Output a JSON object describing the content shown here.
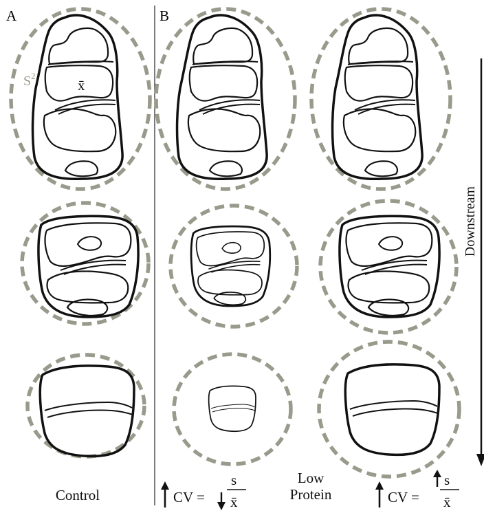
{
  "panels": {
    "a_letter": "A",
    "b_letter": "B"
  },
  "labels": {
    "variance": "S",
    "variance_exp": "2",
    "mean": "x̄",
    "downstream": "Downstream",
    "control": "Control",
    "low_protein_line1": "Low",
    "low_protein_line2": "Protein"
  },
  "formula": {
    "cv": "CV =",
    "numerator": "s",
    "denominator": "x̄"
  },
  "colors": {
    "halo": "#9a9a8c",
    "outline": "#111111",
    "variance_label": "#9a9a8c"
  }
}
